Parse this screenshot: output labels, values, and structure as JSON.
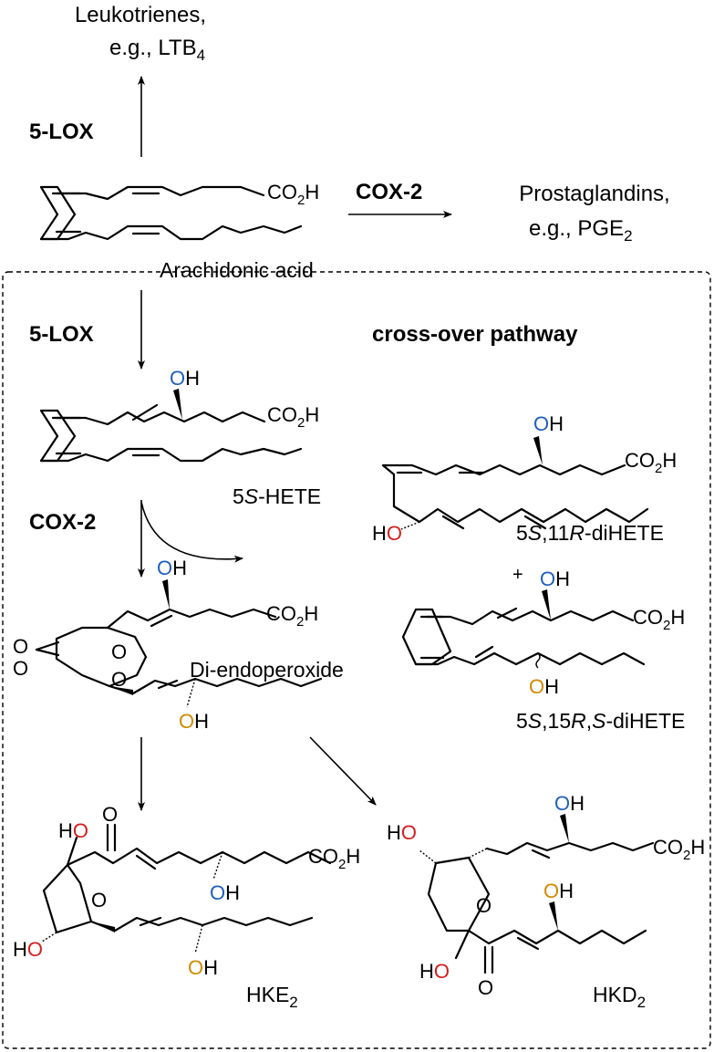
{
  "colors": {
    "hydroxyl_blue": "#1f5fbf",
    "hydroxyl_orange": "#d08a00",
    "peroxide_red": "#d81e1e",
    "ring_oxygen_green": "#3fd82a"
  },
  "labels": {
    "leukotrienes_line1": "Leukotrienes,",
    "leukotrienes_line2": "e.g., LTB",
    "leukotrienes_sub": "4",
    "lox_top": "5-LOX",
    "co2h": "CO",
    "co2h_sub": "2",
    "co2h_end": "H",
    "cox2_top": "COX-2",
    "prostaglandins_line1": "Prostaglandins,",
    "prostaglandins_line2": "e.g., PGE",
    "prostaglandins_sub": "2",
    "arachidonic": "Arachidonic acid",
    "lox_mid": "5-LOX",
    "crossover": "cross-over pathway",
    "hete5s_a": "5",
    "hete5s_b": "S",
    "hete5s_c": "-HETE",
    "cox2_mid": "COX-2",
    "dihete511_a": "5",
    "dihete511_b": "S",
    "dihete511_c": ",11",
    "dihete511_d": "R",
    "dihete511_e": "-diHETE",
    "plus": "+",
    "dihete515_a": "5",
    "dihete515_b": "S",
    "dihete515_c": ",15",
    "dihete515_d": "R",
    "dihete515_e": ",",
    "dihete515_f": "S",
    "dihete515_g": "-diHETE",
    "diendo": "Di-endoperoxide",
    "hke_main": "HKE",
    "hke_sub": "2",
    "hkd_main": "HKD",
    "hkd_sub": "2",
    "o": "O",
    "h": "H"
  }
}
